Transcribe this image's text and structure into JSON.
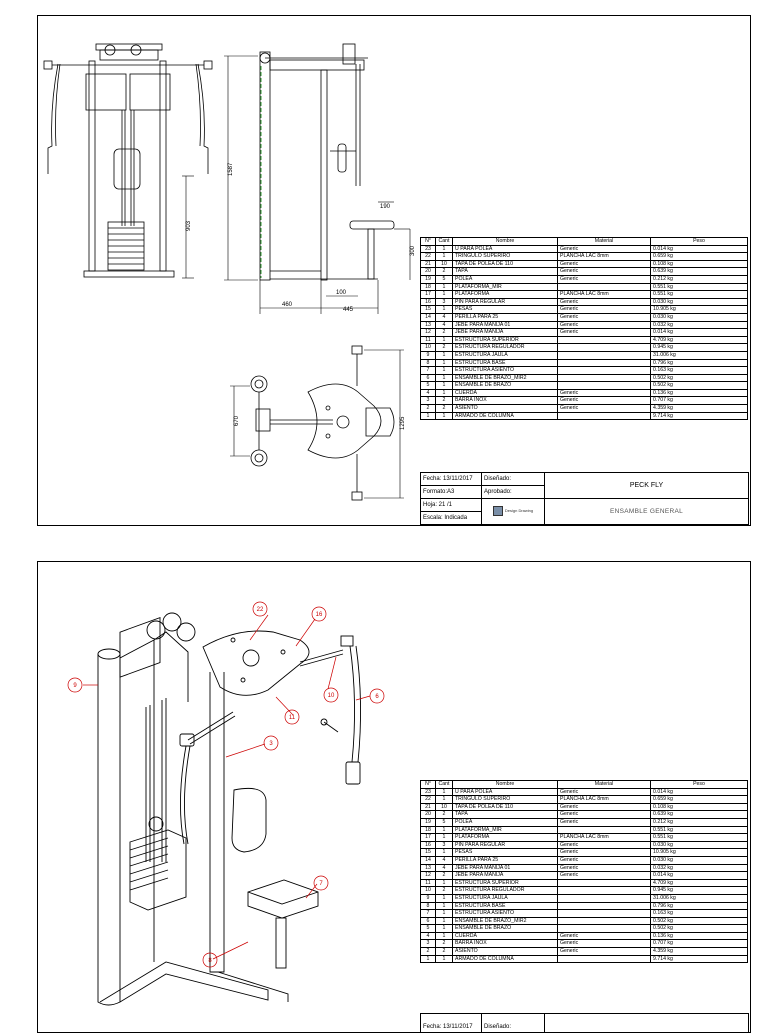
{
  "bom": {
    "headers": [
      "N°",
      "Cant",
      "Nombre",
      "Material",
      "Peso"
    ],
    "rows": [
      [
        "23",
        "1",
        "U PARA POLEA",
        "Generic",
        "0.014 kg"
      ],
      [
        "22",
        "1",
        "TRINGULO SUPERIRO",
        "PLANCHA LAC 8mm",
        "0.659 kg"
      ],
      [
        "21",
        "10",
        "TAPA DE POLEA DE 110",
        "Generic",
        "0.108 kg"
      ],
      [
        "20",
        "2",
        "TAPA",
        "Generic",
        "0.639 kg"
      ],
      [
        "19",
        "5",
        "POLEA",
        "Generic",
        "0.212 kg"
      ],
      [
        "18",
        "1",
        "PLATAFORMA_MIR",
        "",
        "0.551 kg"
      ],
      [
        "17",
        "1",
        "PLATAFORMA",
        "PLANCHA LAC 8mm",
        "0.551 kg"
      ],
      [
        "16",
        "3",
        "PIN PARA REGULAR",
        "Generic",
        "0.030 kg"
      ],
      [
        "15",
        "1",
        "PESAS",
        "Generic",
        "10.905 kg"
      ],
      [
        "14",
        "4",
        "PERILLA PARA 25",
        "Generic",
        "0.030 kg"
      ],
      [
        "13",
        "4",
        "JEBE PARA MANIJA 01",
        "Generic",
        "0.032 kg"
      ],
      [
        "12",
        "2",
        "JEBE PARA MANIJA",
        "Generic",
        "0.014 kg"
      ],
      [
        "11",
        "1",
        "ESTRUCTURA SUPERIOR",
        "",
        "4.709 kg"
      ],
      [
        "10",
        "2",
        "ESTRUCTURA REGULADOR",
        "",
        "0.945 kg"
      ],
      [
        "9",
        "1",
        "ESTRUCTURA JAULA",
        "",
        "31.006 kg"
      ],
      [
        "8",
        "1",
        "ESTRUCTURA BASE",
        "",
        "0.796 kg"
      ],
      [
        "7",
        "1",
        "ESTRUCTURA ASIENTO",
        "",
        "0.163 kg"
      ],
      [
        "6",
        "1",
        "ENSAMBLE DE BRAZO_MIR2",
        "",
        "0.502 kg"
      ],
      [
        "5",
        "1",
        "ENSAMBLE DE BRAZO",
        "",
        "0.502 kg"
      ],
      [
        "4",
        "1",
        "CUERDA",
        "Generic",
        "0.136 kg"
      ],
      [
        "3",
        "2",
        "BARRA INOX",
        "Generic",
        "0.707 kg"
      ],
      [
        "2",
        "2",
        "ASIENTO",
        "Generic",
        "4.359 kg"
      ],
      [
        "1",
        "1",
        "ARMADO DE COLUMNA",
        "",
        "9.714 kg"
      ]
    ]
  },
  "title_block": {
    "fecha": "Fecha: 13/11/2017",
    "disenado": "Diseñado:",
    "formato": "Formato:A3",
    "aprobado": "Aprobado:",
    "hoja": "Hoja: 21 /1",
    "escala": "Escala: Indicada",
    "title": "PECK FLY",
    "subtitle": "ENSAMBLE GENERAL",
    "logo": "Design Drawing"
  },
  "dimensions": {
    "d1587": "1587",
    "d903": "903",
    "d190": "190",
    "d300": "300",
    "d100": "100",
    "d460": "460",
    "d445": "445",
    "d670": "670",
    "d1295": "1295"
  },
  "balloons": [
    "22",
    "16",
    "9",
    "10",
    "6",
    "11",
    "3",
    "7",
    "8"
  ],
  "colors": {
    "balloon": "#cc0000",
    "line": "#000000",
    "dim_line": "#008000"
  }
}
